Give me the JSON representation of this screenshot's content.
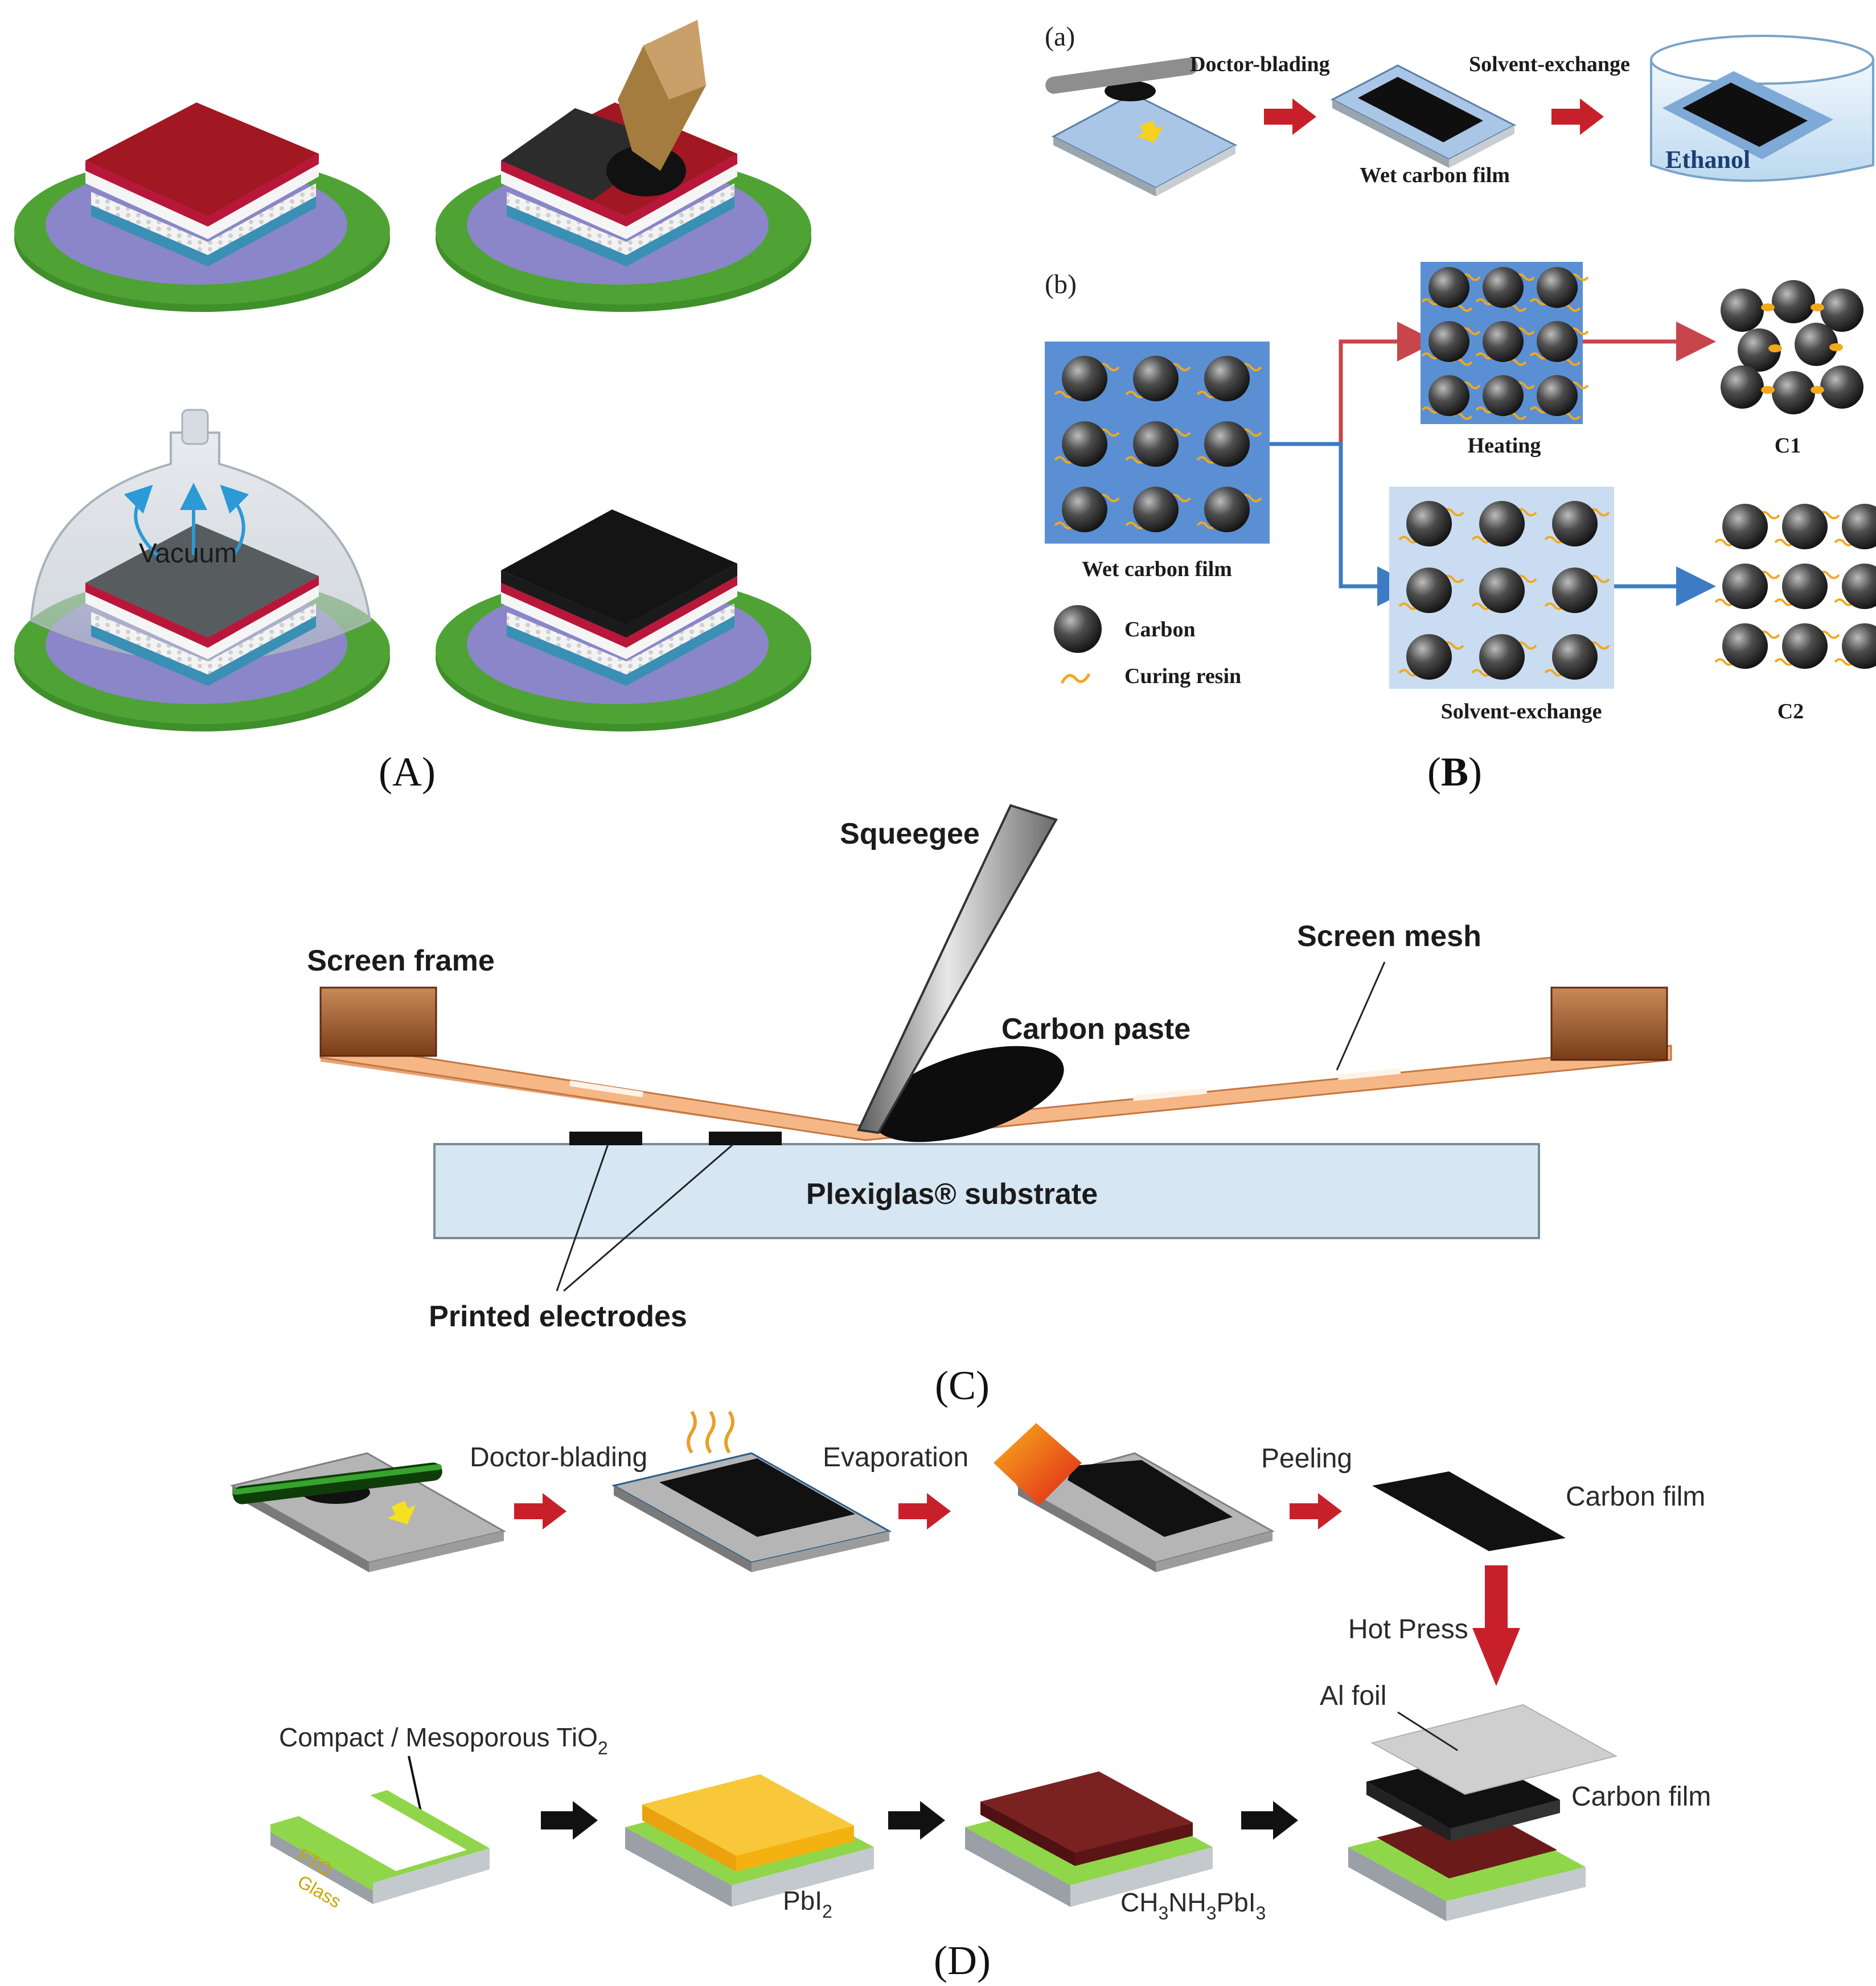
{
  "colors": {
    "green_disk": "#3f8f2a",
    "purple_disk": "#8a86c9",
    "red_layer": "#a11722",
    "carbon": "#141414",
    "blade_brown": "#a57c3f",
    "arrow_red": "#c8202a",
    "arrow_blue": "#3d7cc4",
    "resin_orange": "#f2a81d",
    "fto_green": "#8fd64a",
    "pbi2_yellow": "#f7bd1b",
    "perovskite_brown": "#6b1a1a",
    "frame_brown": "#a8572d",
    "mesh_orange": "#f5b785",
    "substrate_blue": "#d6e6f3"
  },
  "panel_labels": {
    "A": "(A)",
    "B_letter": "B",
    "C": "(C)",
    "D": "(D)"
  },
  "panel_A": {
    "vacuum_label": "Vacuum"
  },
  "panel_B": {
    "sub_a": "(a)",
    "sub_b": "(b)",
    "doctor_blading": "Doctor-blading",
    "solvent_exchange": "Solvent-exchange",
    "wet_carbon_film": "Wet carbon film",
    "ethanol": "Ethanol",
    "heating": "Heating",
    "c1": "C1",
    "c2": "C2",
    "wet_carbon_film_b": "Wet carbon film",
    "solvent_exchange_b": "Solvent-exchange",
    "legend_carbon": "Carbon",
    "legend_resin": "Curing resin"
  },
  "panel_C": {
    "squeegee": "Squeegee",
    "screen_frame": "Screen frame",
    "screen_mesh": "Screen mesh",
    "carbon_paste": "Carbon paste",
    "substrate": "Plexiglas® substrate",
    "printed_electrodes": "Printed electrodes"
  },
  "panel_D": {
    "doctor_blading": "Doctor-blading",
    "evaporation": "Evaporation",
    "peeling": "Peeling",
    "carbon_film_top": "Carbon film",
    "hot_press": "Hot Press",
    "al_foil": "Al foil",
    "carbon_film_bottom": "Carbon film",
    "compact_main": "Compact / Mesoporous TiO",
    "compact_sub": "2",
    "fto": "FTO",
    "glass": "Glass",
    "pbi2_main": "PbI",
    "pbi2_sub": "2",
    "perov_1": "CH",
    "perov_2": "3",
    "perov_3": "NH",
    "perov_4": "3",
    "perov_5": "PbI",
    "perov_6": "3"
  }
}
